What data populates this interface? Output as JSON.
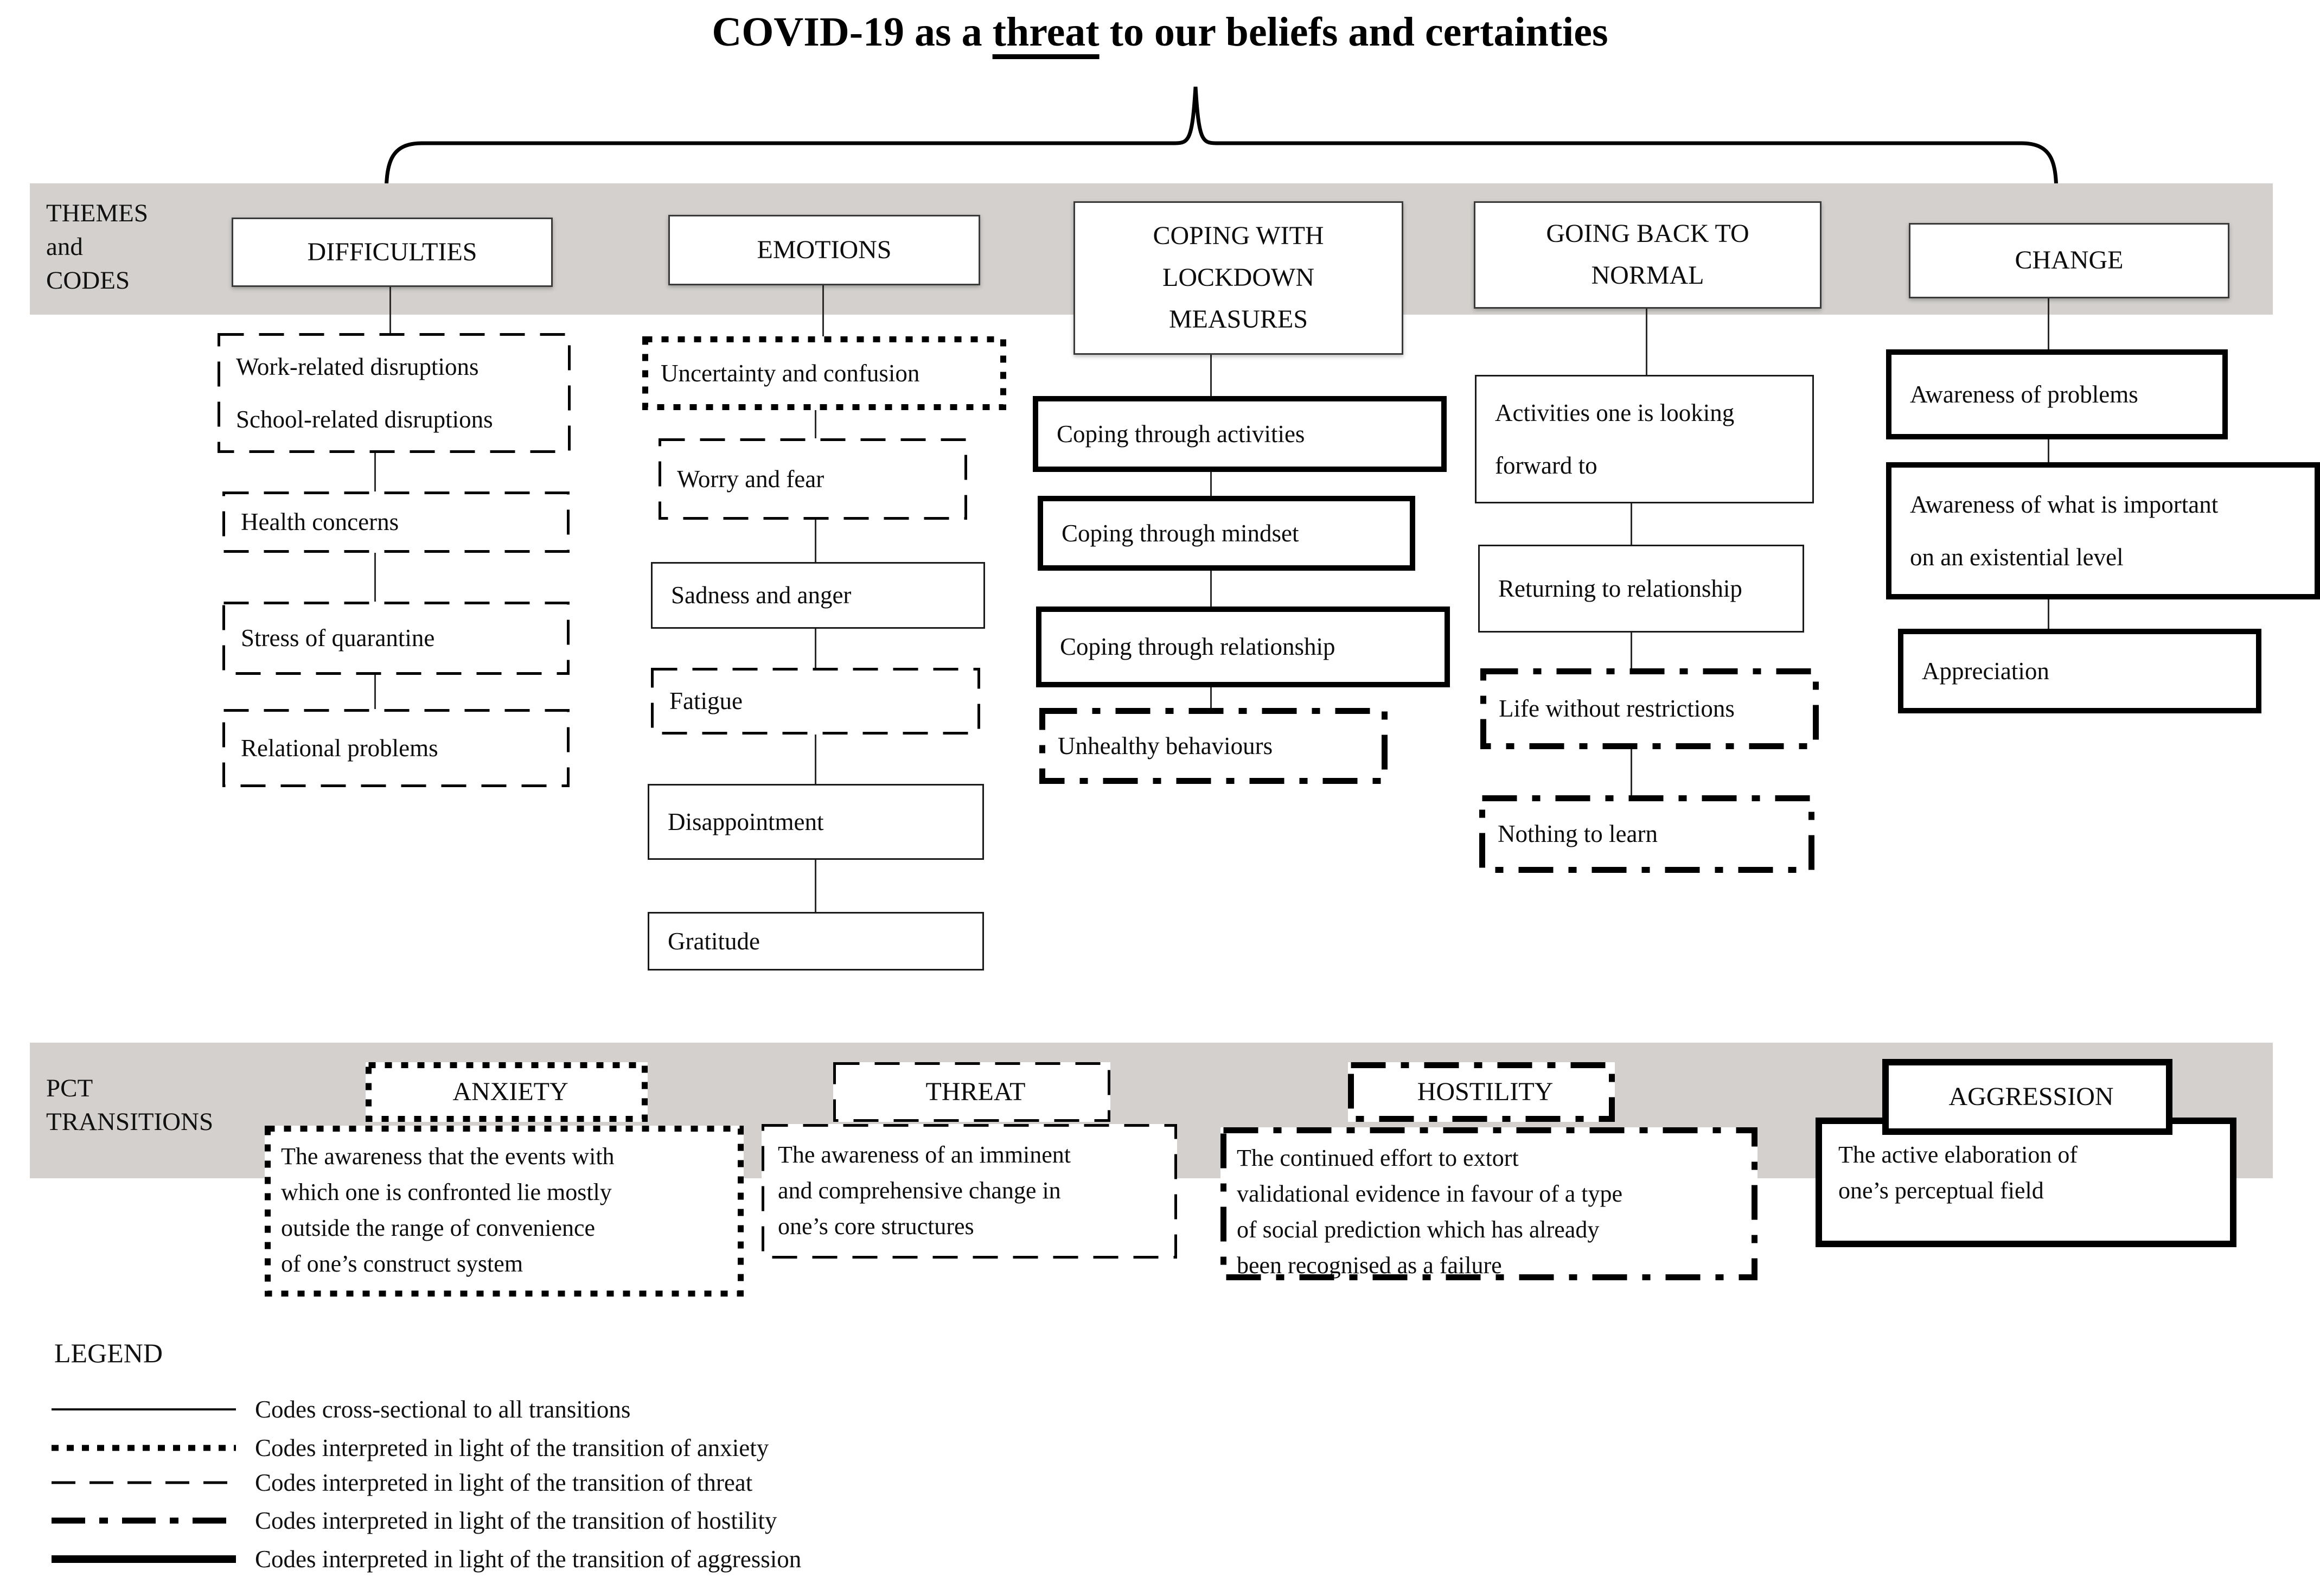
{
  "title": {
    "prefix": "COVID-19 as a ",
    "underlined": "threat",
    "suffix": " to our beliefs and certainties"
  },
  "bands": {
    "themes_label": "THEMES\nand\nCODES",
    "pct_label": "PCT\nTRANSITIONS"
  },
  "columns": {
    "difficulties": {
      "theme": "DIFFICULTIES",
      "codes": [
        "Work-related disruptions\nSchool-related disruptions",
        "Health concerns",
        "Stress of quarantine",
        "Relational problems"
      ]
    },
    "emotions": {
      "theme": "EMOTIONS",
      "codes": [
        "Uncertainty and confusion",
        "Worry and fear",
        "Sadness and anger",
        "Fatigue",
        "Disappointment",
        "Gratitude"
      ]
    },
    "coping": {
      "theme": "COPING WITH\nLOCKDOWN\nMEASURES",
      "codes": [
        "Coping through activities",
        "Coping through mindset",
        "Coping through relationship",
        "Unhealthy behaviours"
      ]
    },
    "normal": {
      "theme": "GOING BACK TO\nNORMAL",
      "codes": [
        "Activities one is looking\nforward to",
        "Returning to relationship",
        "Life without restrictions",
        "Nothing to learn"
      ]
    },
    "change": {
      "theme": "CHANGE",
      "codes": [
        "Awareness of problems",
        "Awareness of what is important\non an existential level",
        "Appreciation"
      ]
    }
  },
  "transitions": [
    {
      "name": "ANXIETY",
      "description": "The awareness that the events with\nwhich one is confronted lie mostly\noutside the range of convenience\nof one’s construct system"
    },
    {
      "name": "THREAT",
      "description": "The awareness of an imminent\nand comprehensive change in\none’s core structures"
    },
    {
      "name": "HOSTILITY",
      "description": "The continued effort to extort\nvalidational evidence in favour of a type\nof social prediction which has already\nbeen recognised as a failure"
    },
    {
      "name": "AGGRESSION",
      "description": "The active elaboration of\none’s perceptual field"
    }
  ],
  "legend": {
    "title": "LEGEND",
    "items": [
      {
        "label": "Codes cross-sectional to all transitions",
        "style": "solid-thin"
      },
      {
        "label": "Codes interpreted in light of the transition of anxiety",
        "style": "dotted"
      },
      {
        "label": "Codes interpreted in light of the transition of threat",
        "style": "dashed"
      },
      {
        "label": "Codes interpreted in light of the transition of hostility",
        "style": "dashdot"
      },
      {
        "label": "Codes interpreted in light of the transition of aggression",
        "style": "solid-thick"
      }
    ]
  },
  "colors": {
    "band": "#d3d0cd",
    "line": "#000000",
    "background": "#ffffff"
  }
}
